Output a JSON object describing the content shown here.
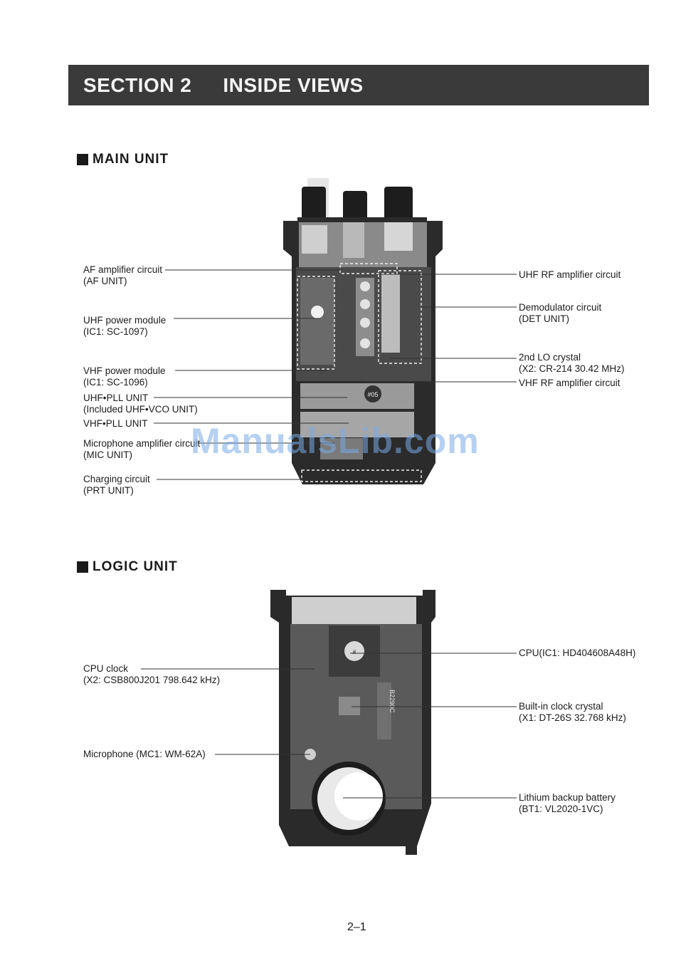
{
  "banner": {
    "section": "SECTION 2",
    "title": "INSIDE VIEWS"
  },
  "main_unit": {
    "heading": "MAIN UNIT",
    "left_labels": [
      {
        "line1": "AF amplifier circuit",
        "line2": "(AF UNIT)"
      },
      {
        "line1": "UHF power module",
        "line2": "(IC1: SC-1097)"
      },
      {
        "line1": "VHF power module",
        "line2": "(IC1: SC-1096)"
      },
      {
        "line1": "UHF•PLL UNIT",
        "line2": "(Included UHF•VCO UNIT)"
      },
      {
        "line1": "VHF•PLL UNIT",
        "line2": ""
      },
      {
        "line1": "Microphone amplifier circuit",
        "line2": "(MIC UNIT)"
      },
      {
        "line1": "Charging circuit",
        "line2": "(PRT UNIT)"
      }
    ],
    "right_labels": [
      {
        "line1": "UHF RF amplifier circuit",
        "line2": ""
      },
      {
        "line1": "Demodulator circuit",
        "line2": "(DET UNIT)"
      },
      {
        "line1": "2nd LO crystal",
        "line2": "(X2: CR-214 30.42 MHz)"
      },
      {
        "line1": "VHF RF amplifier circuit",
        "line2": ""
      }
    ],
    "photo_marking": "#05"
  },
  "logic_unit": {
    "heading": "LOGIC UNIT",
    "left_labels": [
      {
        "line1": "CPU clock",
        "line2": "(X2: CSB800J201 798.642 kHz)"
      },
      {
        "line1": "Microphone (MC1: WM-62A)",
        "line2": ""
      }
    ],
    "right_labels": [
      {
        "line1": "CPU(IC1: HD404608A48H)",
        "line2": ""
      },
      {
        "line1": "Built-in clock crystal",
        "line2": "(X1: DT-26S 32.768 kHz)"
      },
      {
        "line1": "Lithium backup battery",
        "line2": "(BT1: VL2020-1VC)"
      }
    ],
    "photo_marking": "B2290C"
  },
  "watermark": "ManualsLib.com",
  "page_number": "2–1"
}
